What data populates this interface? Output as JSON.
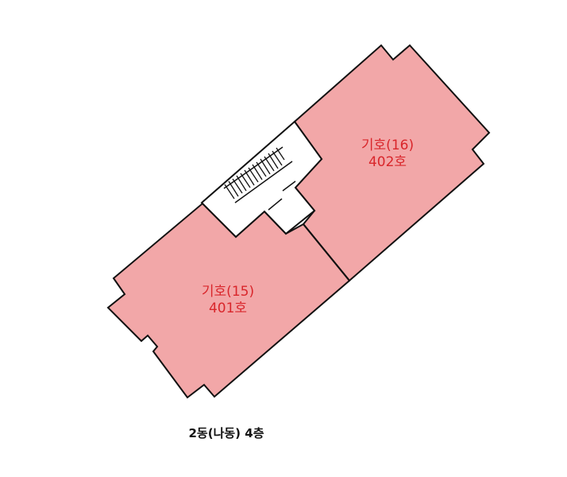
{
  "plan": {
    "caption": "2동(나동) 4층",
    "fill_color": "#f2a7a8",
    "label_color": "#d9262b",
    "units": [
      {
        "symbol": "기호(15)",
        "room": "401호"
      },
      {
        "symbol": "기호(16)",
        "room": "402호"
      }
    ]
  }
}
